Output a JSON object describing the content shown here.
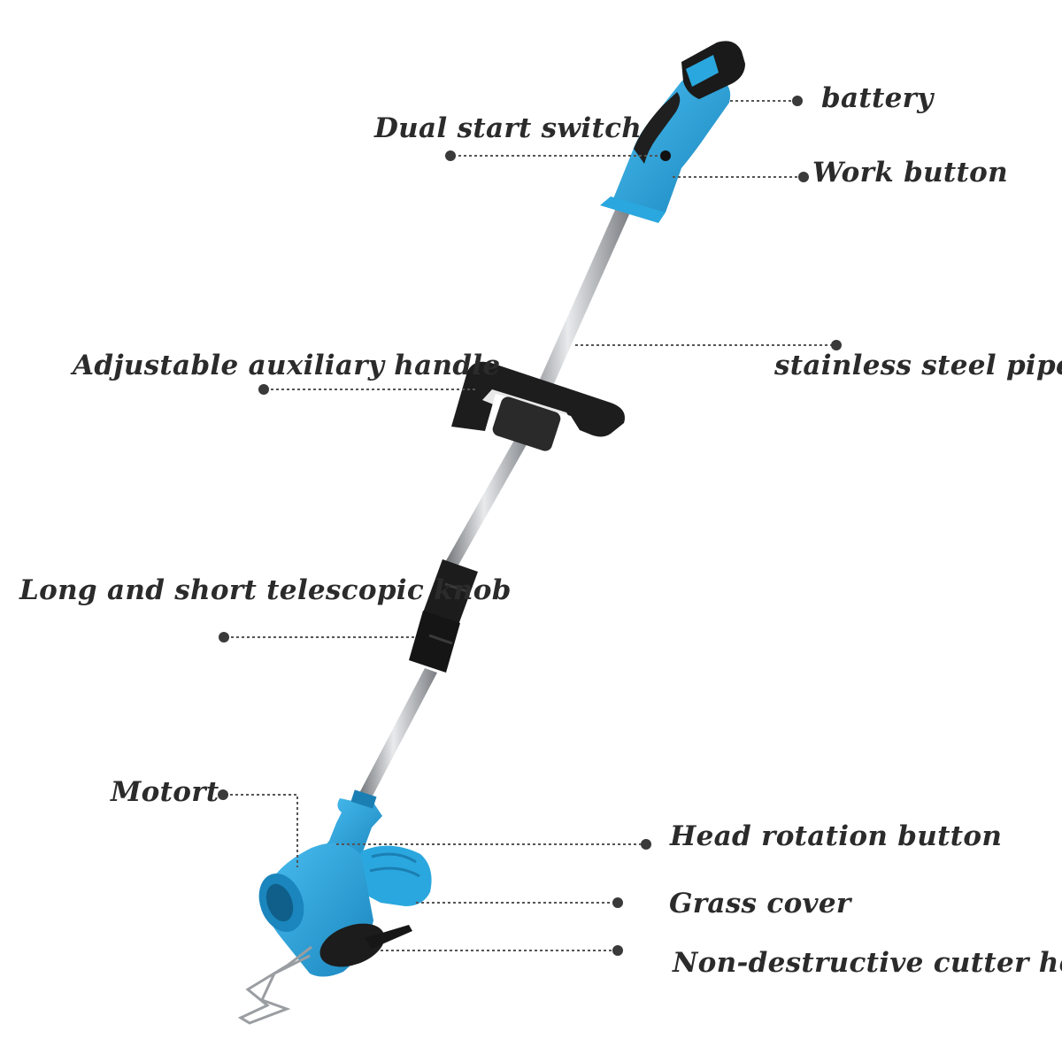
{
  "colors": {
    "body_blue": "#2aa7de",
    "body_blue_dark": "#1b7fb3",
    "handle_black": "#1c1c1c",
    "steel": "#b9bcc0",
    "leader": "#555555",
    "text": "#2b2b2b"
  },
  "labels": {
    "battery": "battery",
    "dual_start_switch": "Dual start switch",
    "work_button": "Work button",
    "auxiliary_handle": "Adjustable auxiliary handle",
    "steel_pipe": "stainless steel pipe",
    "telescopic_knob": "Long and short telescopic knob",
    "motor": "Motort",
    "head_rotation_button": "Head rotation button",
    "grass_cover": "Grass cover",
    "cutter_head": "Non-destructive cutter head"
  }
}
